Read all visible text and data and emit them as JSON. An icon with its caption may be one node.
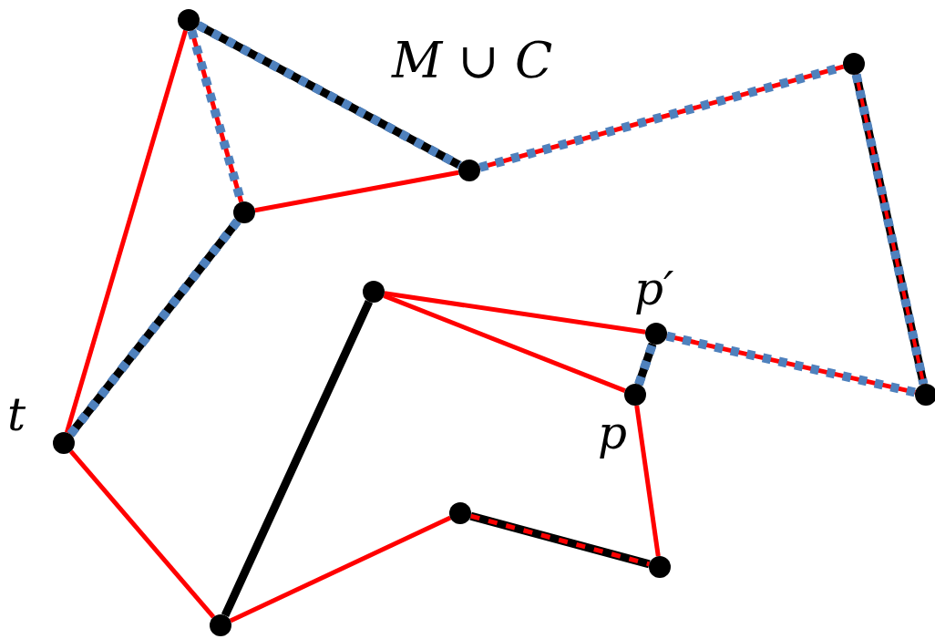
{
  "diagram": {
    "nodes": [
      {
        "text": [],
        "shape": "circle"
      },
      {
        "text": [],
        "shape": "circle"
      },
      {
        "text": [],
        "shape": "circle"
      },
      {
        "text": [],
        "shape": "circle"
      },
      {
        "text": [],
        "shape": "circle"
      },
      {
        "text": [],
        "shape": "circle",
        "beside": [
          "p′"
        ]
      },
      {
        "text": [],
        "shape": "circle",
        "beside": [
          "p"
        ]
      },
      {
        "text": [],
        "shape": "circle"
      },
      {
        "text": [],
        "shape": "circle",
        "beside": [
          "t"
        ]
      },
      {
        "text": [],
        "shape": "circle"
      },
      {
        "text": [],
        "shape": "circle"
      },
      {
        "text": [],
        "shape": "circle"
      }
    ],
    "edges": [
      {
        "from": 0,
        "to": 1,
        "arrow": "none",
        "style": "dashed",
        "color": "#4f81bd"
      },
      {
        "from": 1,
        "to": 2,
        "arrow": "none",
        "style": "dashed",
        "color": "#4f81bd"
      },
      {
        "from": 2,
        "to": 7,
        "arrow": "none",
        "style": "dashed",
        "color": "#4f81bd"
      },
      {
        "from": 0,
        "to": 3,
        "arrow": "none",
        "style": "dashed",
        "color": "#4f81bd"
      },
      {
        "from": 3,
        "to": 1,
        "arrow": "none"
      },
      {
        "from": 3,
        "to": 8,
        "arrow": "none",
        "style": "dashed",
        "color": "#4f81bd"
      },
      {
        "from": 0,
        "to": 8,
        "arrow": "none"
      },
      {
        "from": 8,
        "to": 11,
        "arrow": "none"
      },
      {
        "from": 11,
        "to": 4,
        "arrow": "none",
        "style": "thick",
        "color": "#000000"
      },
      {
        "from": 11,
        "to": 9,
        "arrow": "none"
      },
      {
        "from": 9,
        "to": 10,
        "arrow": "none",
        "style": "dashed"
      },
      {
        "from": 10,
        "to": 6,
        "arrow": "none"
      },
      {
        "from": 6,
        "to": 5,
        "arrow": "none",
        "style": "dashed",
        "color": "#4f81bd"
      },
      {
        "from": 5,
        "to": 7,
        "arrow": "none",
        "style": "dashed",
        "color": "#4f81bd"
      },
      {
        "from": 4,
        "to": 5,
        "arrow": "none"
      },
      {
        "from": 4,
        "to": 6,
        "arrow": "none"
      }
    ],
    "labels": [
      "*M* ∪ *C*"
    ]
  }
}
